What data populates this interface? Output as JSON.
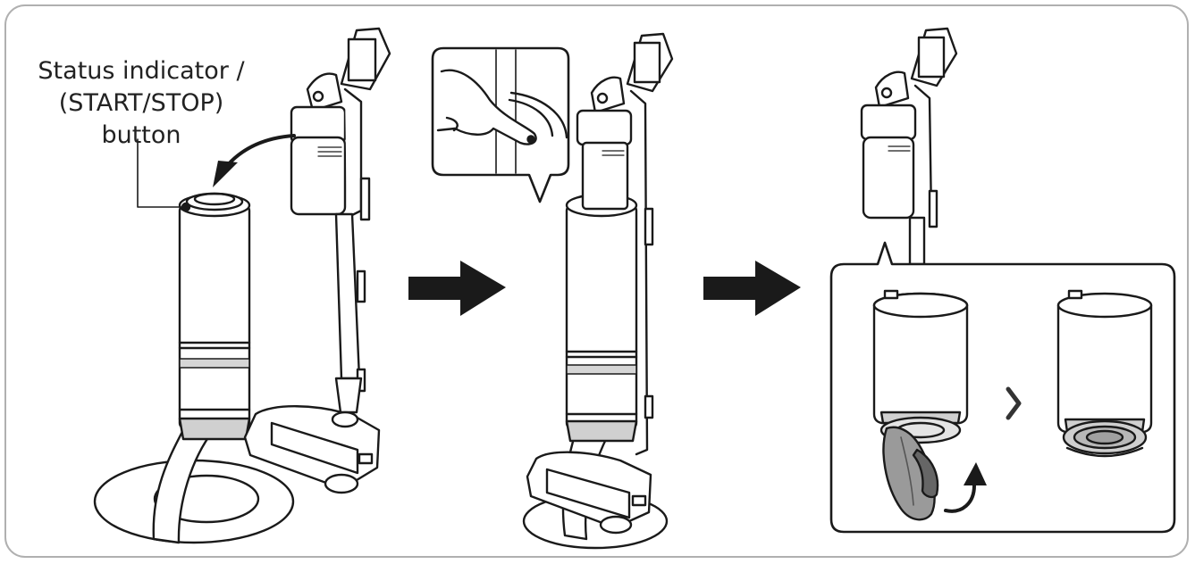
{
  "callout": {
    "line1": "Status indicator /",
    "line2": "(START/STOP)",
    "line3": "button"
  },
  "colors": {
    "outline": "#1a1a1a",
    "fill": "#ffffff",
    "shade": "#9a9a9a",
    "frame": "#b0b0b0"
  },
  "icons": [
    "curved-arrow-icon",
    "right-arrow-icon",
    "chevron-right-icon",
    "rotate-arrow-icon",
    "finger-press-icon"
  ]
}
